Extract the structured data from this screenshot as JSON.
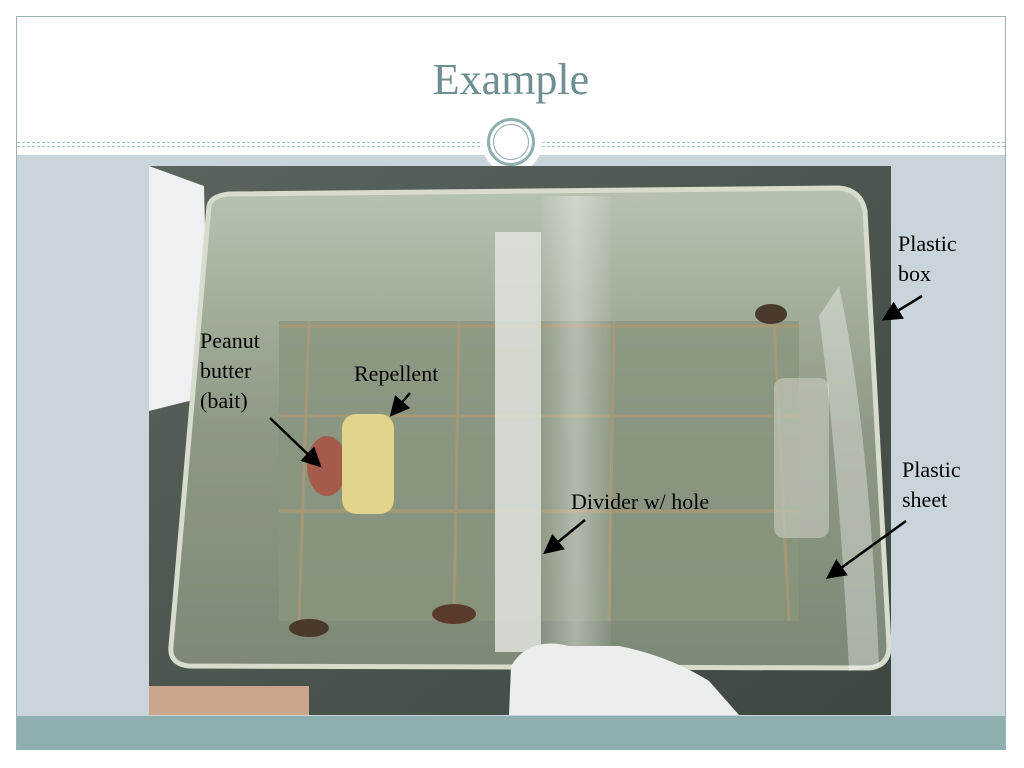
{
  "slide": {
    "title": "Example"
  },
  "photo": {
    "description_labels": {
      "plastic_box": "Plastic\nbox",
      "peanut_butter": "Peanut\nbutter\n(bait)",
      "repellent": "Repellent",
      "divider": "Divider  w/  hole",
      "plastic_sheet": "Plastic\nsheet"
    },
    "colors": {
      "title": "#6e8e91",
      "accent": "#8eaeb0",
      "content_bg": "#c9d5db"
    }
  }
}
